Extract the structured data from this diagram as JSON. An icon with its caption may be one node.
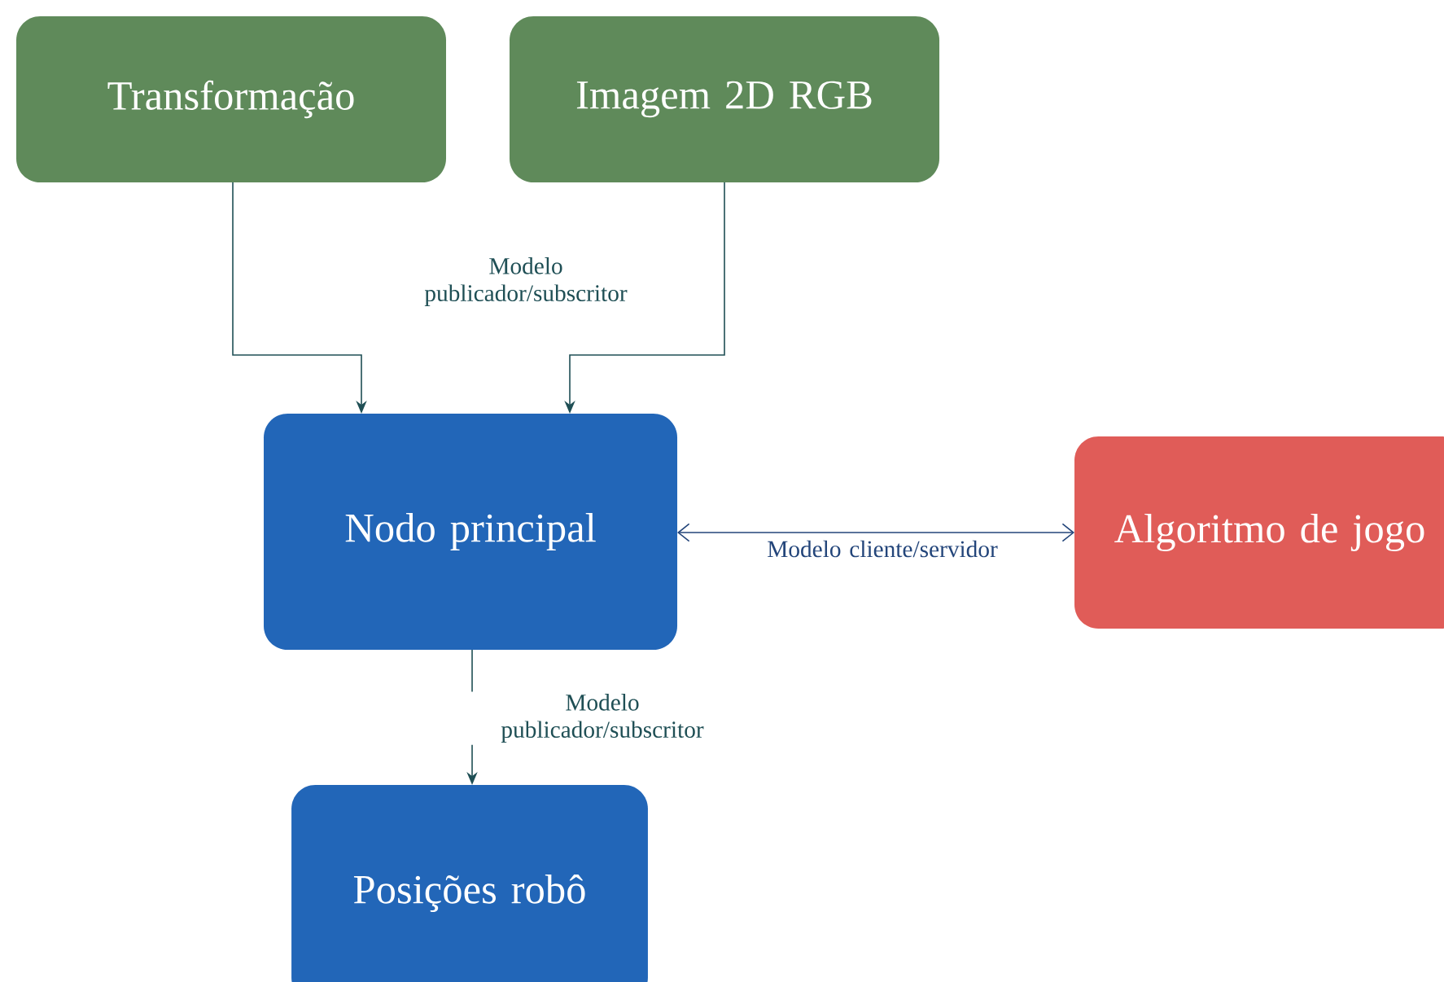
{
  "diagram": {
    "nodes": [
      {
        "text": [
          "Transformação"
        ]
      },
      {
        "text": [
          "Imagem 2D RGB"
        ]
      },
      {
        "text": [
          "Nodo principal"
        ]
      },
      {
        "text": [
          "Algoritmo de jogo"
        ]
      },
      {
        "text": [
          "Posições robô"
        ]
      }
    ],
    "edges": [
      {
        "from": 0,
        "to": 2,
        "arrow": "to"
      },
      {
        "from": 1,
        "to": 2,
        "arrow": "to"
      },
      {
        "from": 2,
        "to": 3,
        "arrow": "both",
        "label": "Modelo cliente/servidor",
        "color": "#23457a"
      },
      {
        "from": 2,
        "to": 4,
        "arrow": "to",
        "label": "Modelo publicador/subscritor"
      }
    ],
    "labels": [
      "Modelo publicador/subscritor"
    ]
  }
}
